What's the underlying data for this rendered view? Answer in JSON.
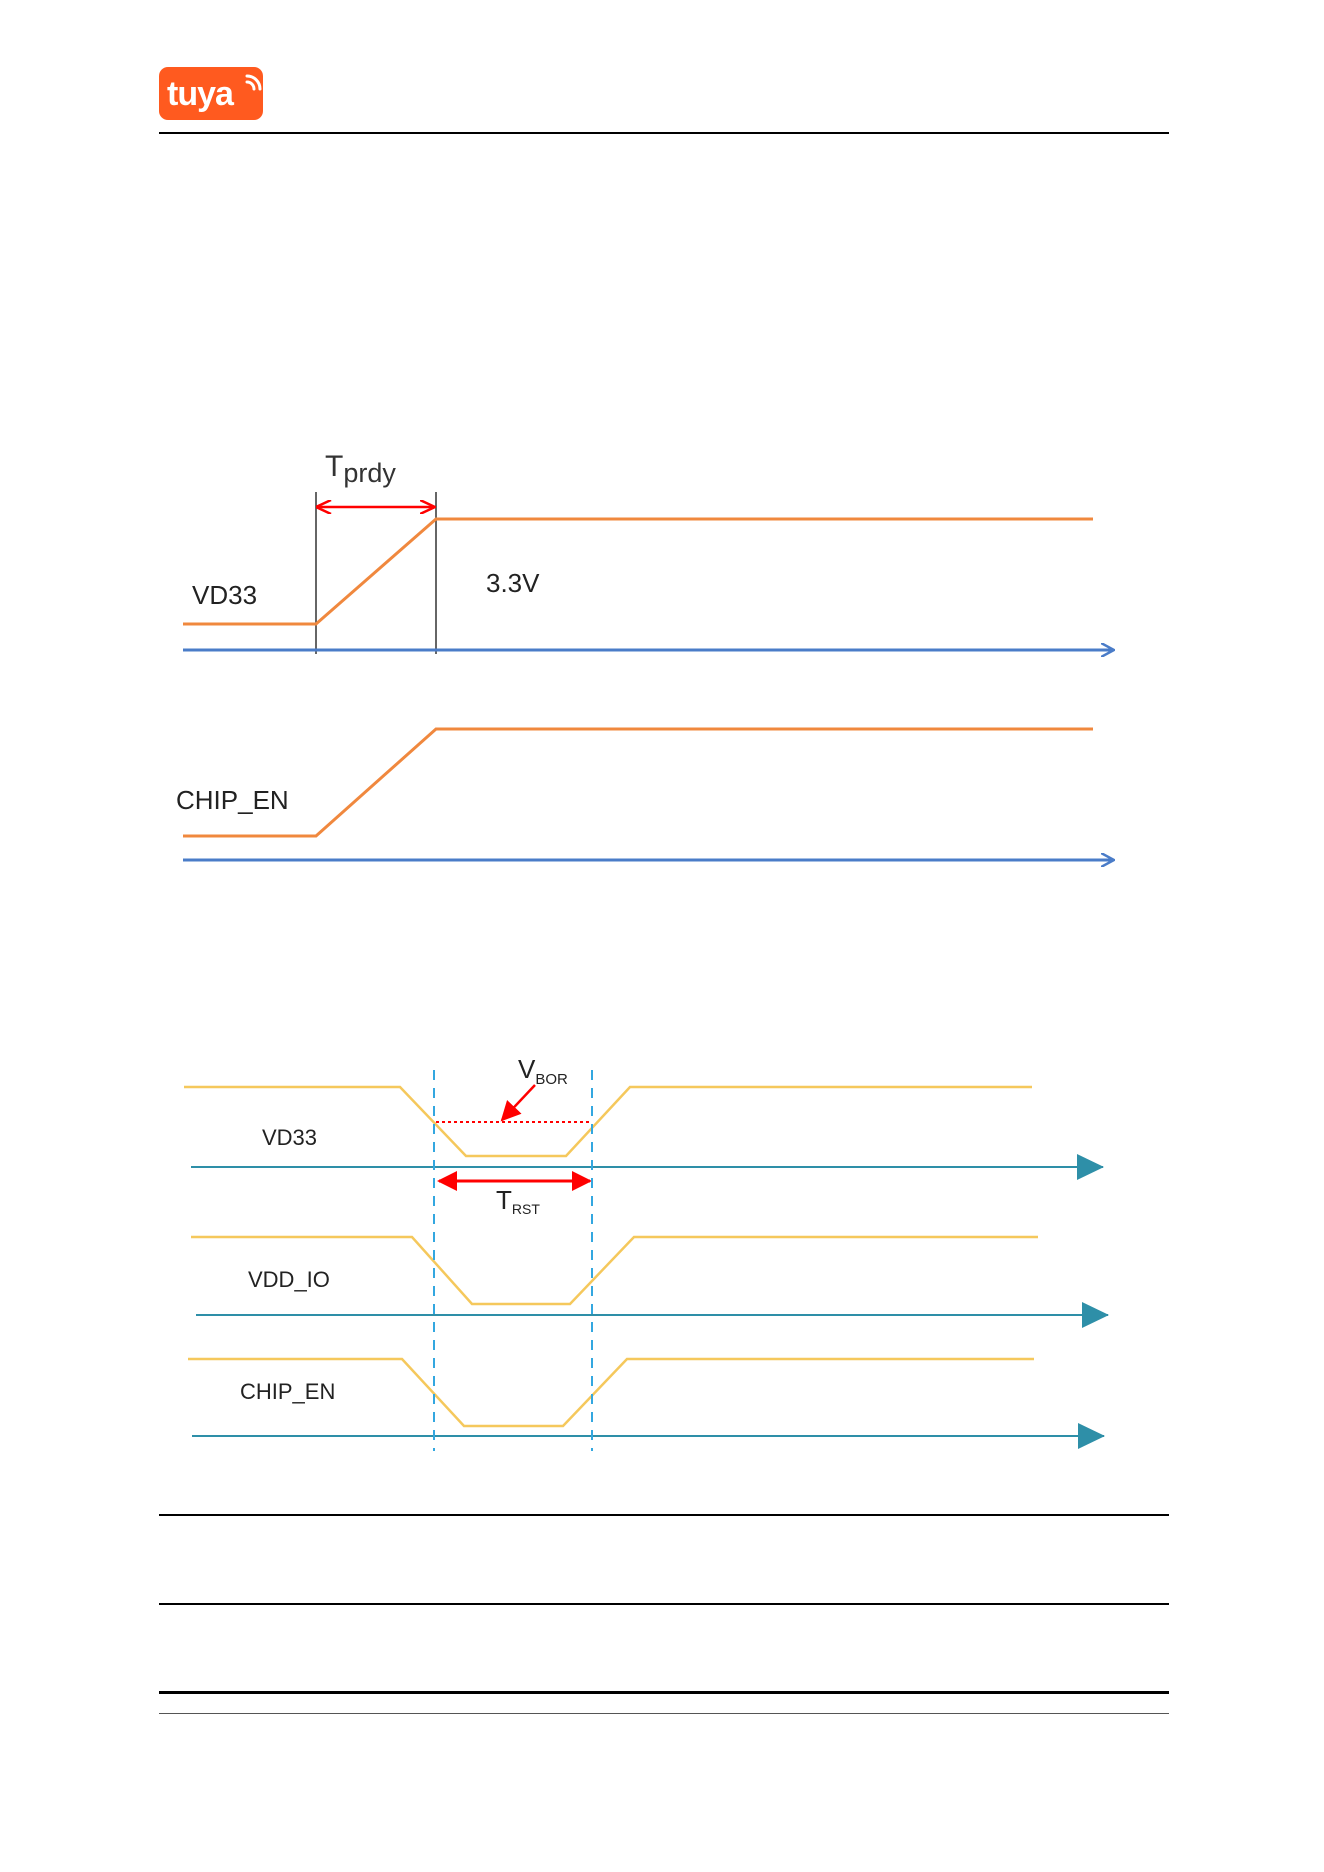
{
  "header": {
    "logo_text": "tuya",
    "brand_color": "#ff5a1f"
  },
  "power_on_diagram": {
    "timing_label": "T",
    "timing_sub": "prdy",
    "voltage_label": "3.3V",
    "signals": [
      "VD33",
      "CHIP_EN"
    ],
    "signal_color": "#f0883e",
    "axis_color": "#4a7cc8",
    "marker_color": "#ff0000"
  },
  "reset_diagram": {
    "threshold_label": "V",
    "threshold_sub": "BOR",
    "timing_label": "T",
    "timing_sub": "RST",
    "signals": [
      "VD33",
      "VDD_IO",
      "CHIP_EN"
    ],
    "signal_color": "#f5c85c",
    "axis_color": "#2e8fa8",
    "guide_color": "#33a7e0",
    "marker_color": "#ff0000"
  }
}
